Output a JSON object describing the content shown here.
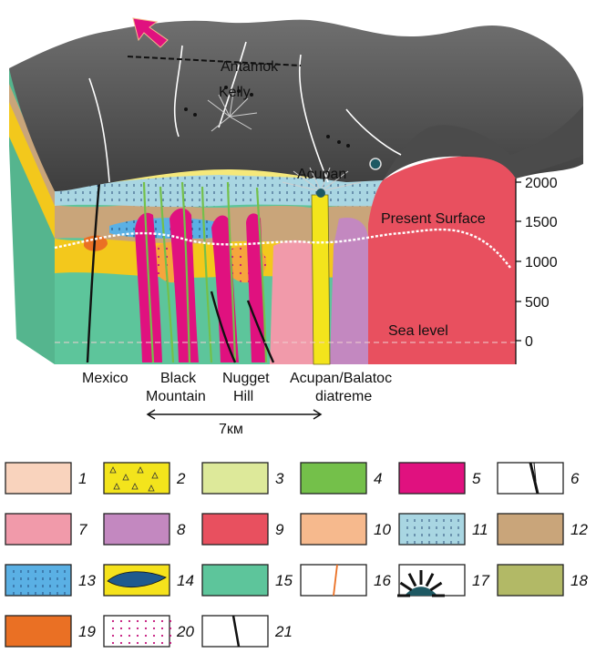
{
  "map_labels": {
    "antamok": "Antamok",
    "kelly": "Kelly",
    "acupan": "Acupan",
    "present_surface": "Present Surface",
    "sea_level": "Sea level"
  },
  "bottom_labels": {
    "mexico": "Mexico",
    "black_mountain_1": "Black",
    "black_mountain_2": "Mountain",
    "nugget_hill_1": "Nugget",
    "nugget_hill_2": "Hill",
    "acupan_balatoc_1": "Acupan/Balatoc",
    "acupan_balatoc_2": "diatreme",
    "scale": "7км"
  },
  "elevation_ticks": [
    "2000",
    "1500",
    "1000",
    "500",
    "0"
  ],
  "legend": [
    {
      "num": "1",
      "color": "#f9d3bd",
      "pattern": "fill"
    },
    {
      "num": "2",
      "color": "#f3e41c",
      "pattern": "triangles"
    },
    {
      "num": "3",
      "color": "#dde99a",
      "pattern": "fill"
    },
    {
      "num": "4",
      "color": "#74c04a",
      "pattern": "fill"
    },
    {
      "num": "5",
      "color": "#e0117f",
      "pattern": "fill"
    },
    {
      "num": "6",
      "color": "#ffffff",
      "pattern": "fault-thick"
    },
    {
      "num": "7",
      "color": "#f19aaa",
      "pattern": "fill"
    },
    {
      "num": "8",
      "color": "#c388c0",
      "pattern": "fill"
    },
    {
      "num": "9",
      "color": "#e8505f",
      "pattern": "fill"
    },
    {
      "num": "10",
      "color": "#f6b98d",
      "pattern": "fill"
    },
    {
      "num": "11",
      "color": "#a9d6e2",
      "pattern": "dashes"
    },
    {
      "num": "12",
      "color": "#c9a57a",
      "pattern": "fill"
    },
    {
      "num": "13",
      "color": "#5ab0e4",
      "pattern": "dashes"
    },
    {
      "num": "14",
      "color": "#f5e21c",
      "pattern": "lens"
    },
    {
      "num": "15",
      "color": "#5dc59b",
      "pattern": "fill"
    },
    {
      "num": "16",
      "color": "#ffffff",
      "pattern": "vein-orange"
    },
    {
      "num": "17",
      "color": "#ffffff",
      "pattern": "radial"
    },
    {
      "num": "18",
      "color": "#b2b966",
      "pattern": "fill"
    },
    {
      "num": "19",
      "color": "#ea7024",
      "pattern": "fill"
    },
    {
      "num": "20",
      "color": "#ffffff",
      "pattern": "dots"
    },
    {
      "num": "21",
      "color": "#ffffff",
      "pattern": "fault-thin"
    }
  ],
  "colors": {
    "topography": "#5c5c5c",
    "topography_light": "#8a8a8a",
    "dike_magenta": "#e0117f",
    "granite_red": "#e8505f"
  }
}
